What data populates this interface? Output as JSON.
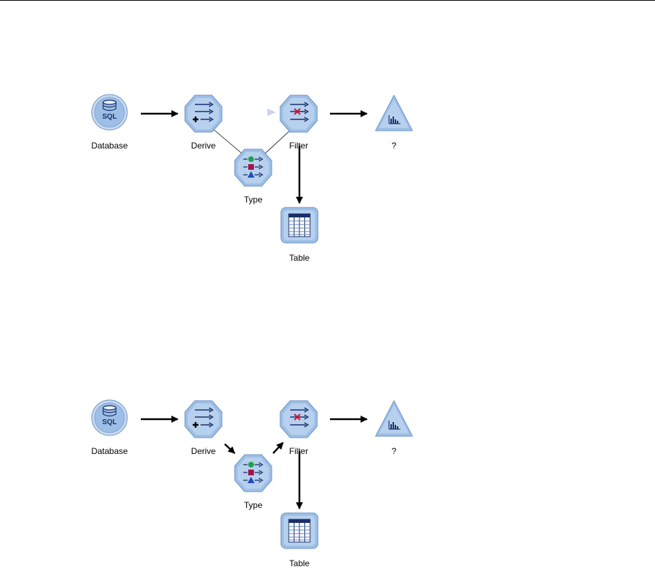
{
  "diagrams": [
    {
      "nodes": {
        "database": {
          "label": "Database",
          "icon": "sql-database-icon"
        },
        "derive": {
          "label": "Derive",
          "icon": "derive-node-icon"
        },
        "filter": {
          "label": "Filter",
          "icon": "filter-node-icon"
        },
        "output": {
          "label": "?",
          "icon": "histogram-triangle-icon"
        },
        "type": {
          "label": "Type",
          "icon": "type-node-icon"
        },
        "table": {
          "label": "Table",
          "icon": "table-node-icon"
        }
      }
    },
    {
      "nodes": {
        "database": {
          "label": "Database",
          "icon": "sql-database-icon"
        },
        "derive": {
          "label": "Derive",
          "icon": "derive-node-icon"
        },
        "filter": {
          "label": "Filter",
          "icon": "filter-node-icon"
        },
        "output": {
          "label": "?",
          "icon": "histogram-triangle-icon"
        },
        "type": {
          "label": "Type",
          "icon": "type-node-icon"
        },
        "table": {
          "label": "Table",
          "icon": "table-node-icon"
        }
      }
    }
  ],
  "icon_colors": {
    "node_fill": "#9dbfe6",
    "node_stroke": "#6f95c4",
    "arrow": "#000000",
    "sql_text": "#1a2f6a"
  }
}
